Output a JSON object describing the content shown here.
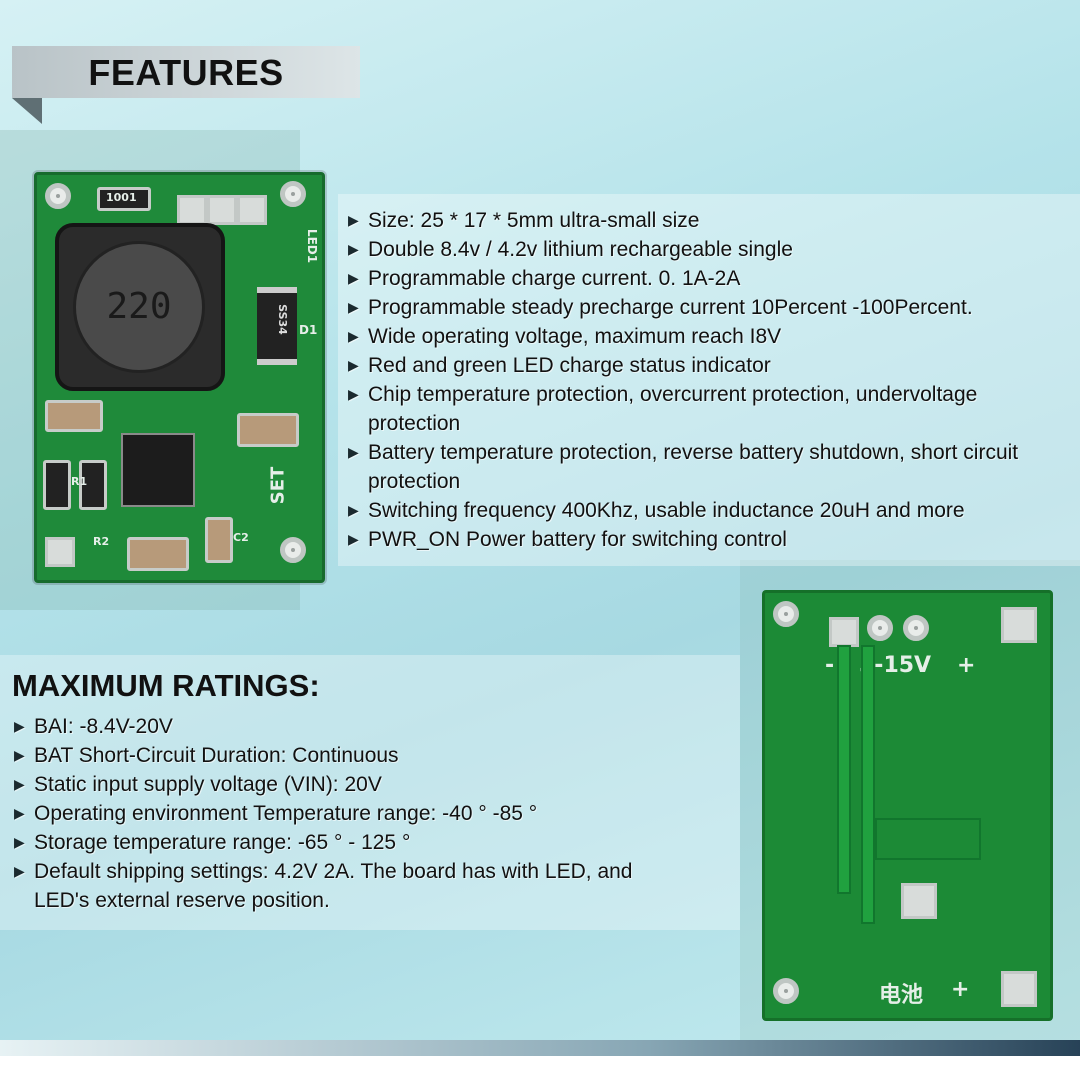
{
  "banner": {
    "title": "FEATURES"
  },
  "features": [
    "Size: 25 * 17 * 5mm ultra-small size",
    "Double 8.4v / 4.2v lithium rechargeable single",
    "Programmable charge current. 0. 1A-2A",
    "Programmable steady precharge current 10Percent -100Percent.",
    "Wide operating voltage, maximum reach I8V",
    "Red and green LED charge status indicator",
    "Chip temperature protection, overcurrent protection, undervoltage protection",
    "Battery temperature protection, reverse battery shutdown, short circuit protection",
    "Switching frequency 400Khz, usable inductance 20uH and more",
    "PWR_ON Power battery for switching control"
  ],
  "ratings": {
    "heading": "MAXIMUM RATINGS:",
    "items": [
      "BAI: -8.4V-20V",
      "BAT Short-Circuit Duration: Continuous",
      "Static input supply voltage (VIN): 20V",
      "Operating environment Temperature range: -40 ° -85 °",
      "Storage temperature range: -65 ° - 125 °",
      "Default shipping settings: 4.2V 2A. The board has with LED, and LED's external reserve position."
    ]
  },
  "pcb_front": {
    "inductor_marking": "220",
    "resistor_marking": "1001",
    "diode_marking": "SS34",
    "labels": {
      "led": "LED1",
      "d1": "D1",
      "r1": "R1",
      "r2": "R2",
      "c2": "C2",
      "set": "SET"
    }
  },
  "pcb_back": {
    "voltage_label": "5-15V",
    "minus_label": "-",
    "plus_label": "+",
    "battery_label": "电池",
    "battery_plus": "+"
  },
  "icons": {
    "bullet": "triangle-right-icon"
  }
}
